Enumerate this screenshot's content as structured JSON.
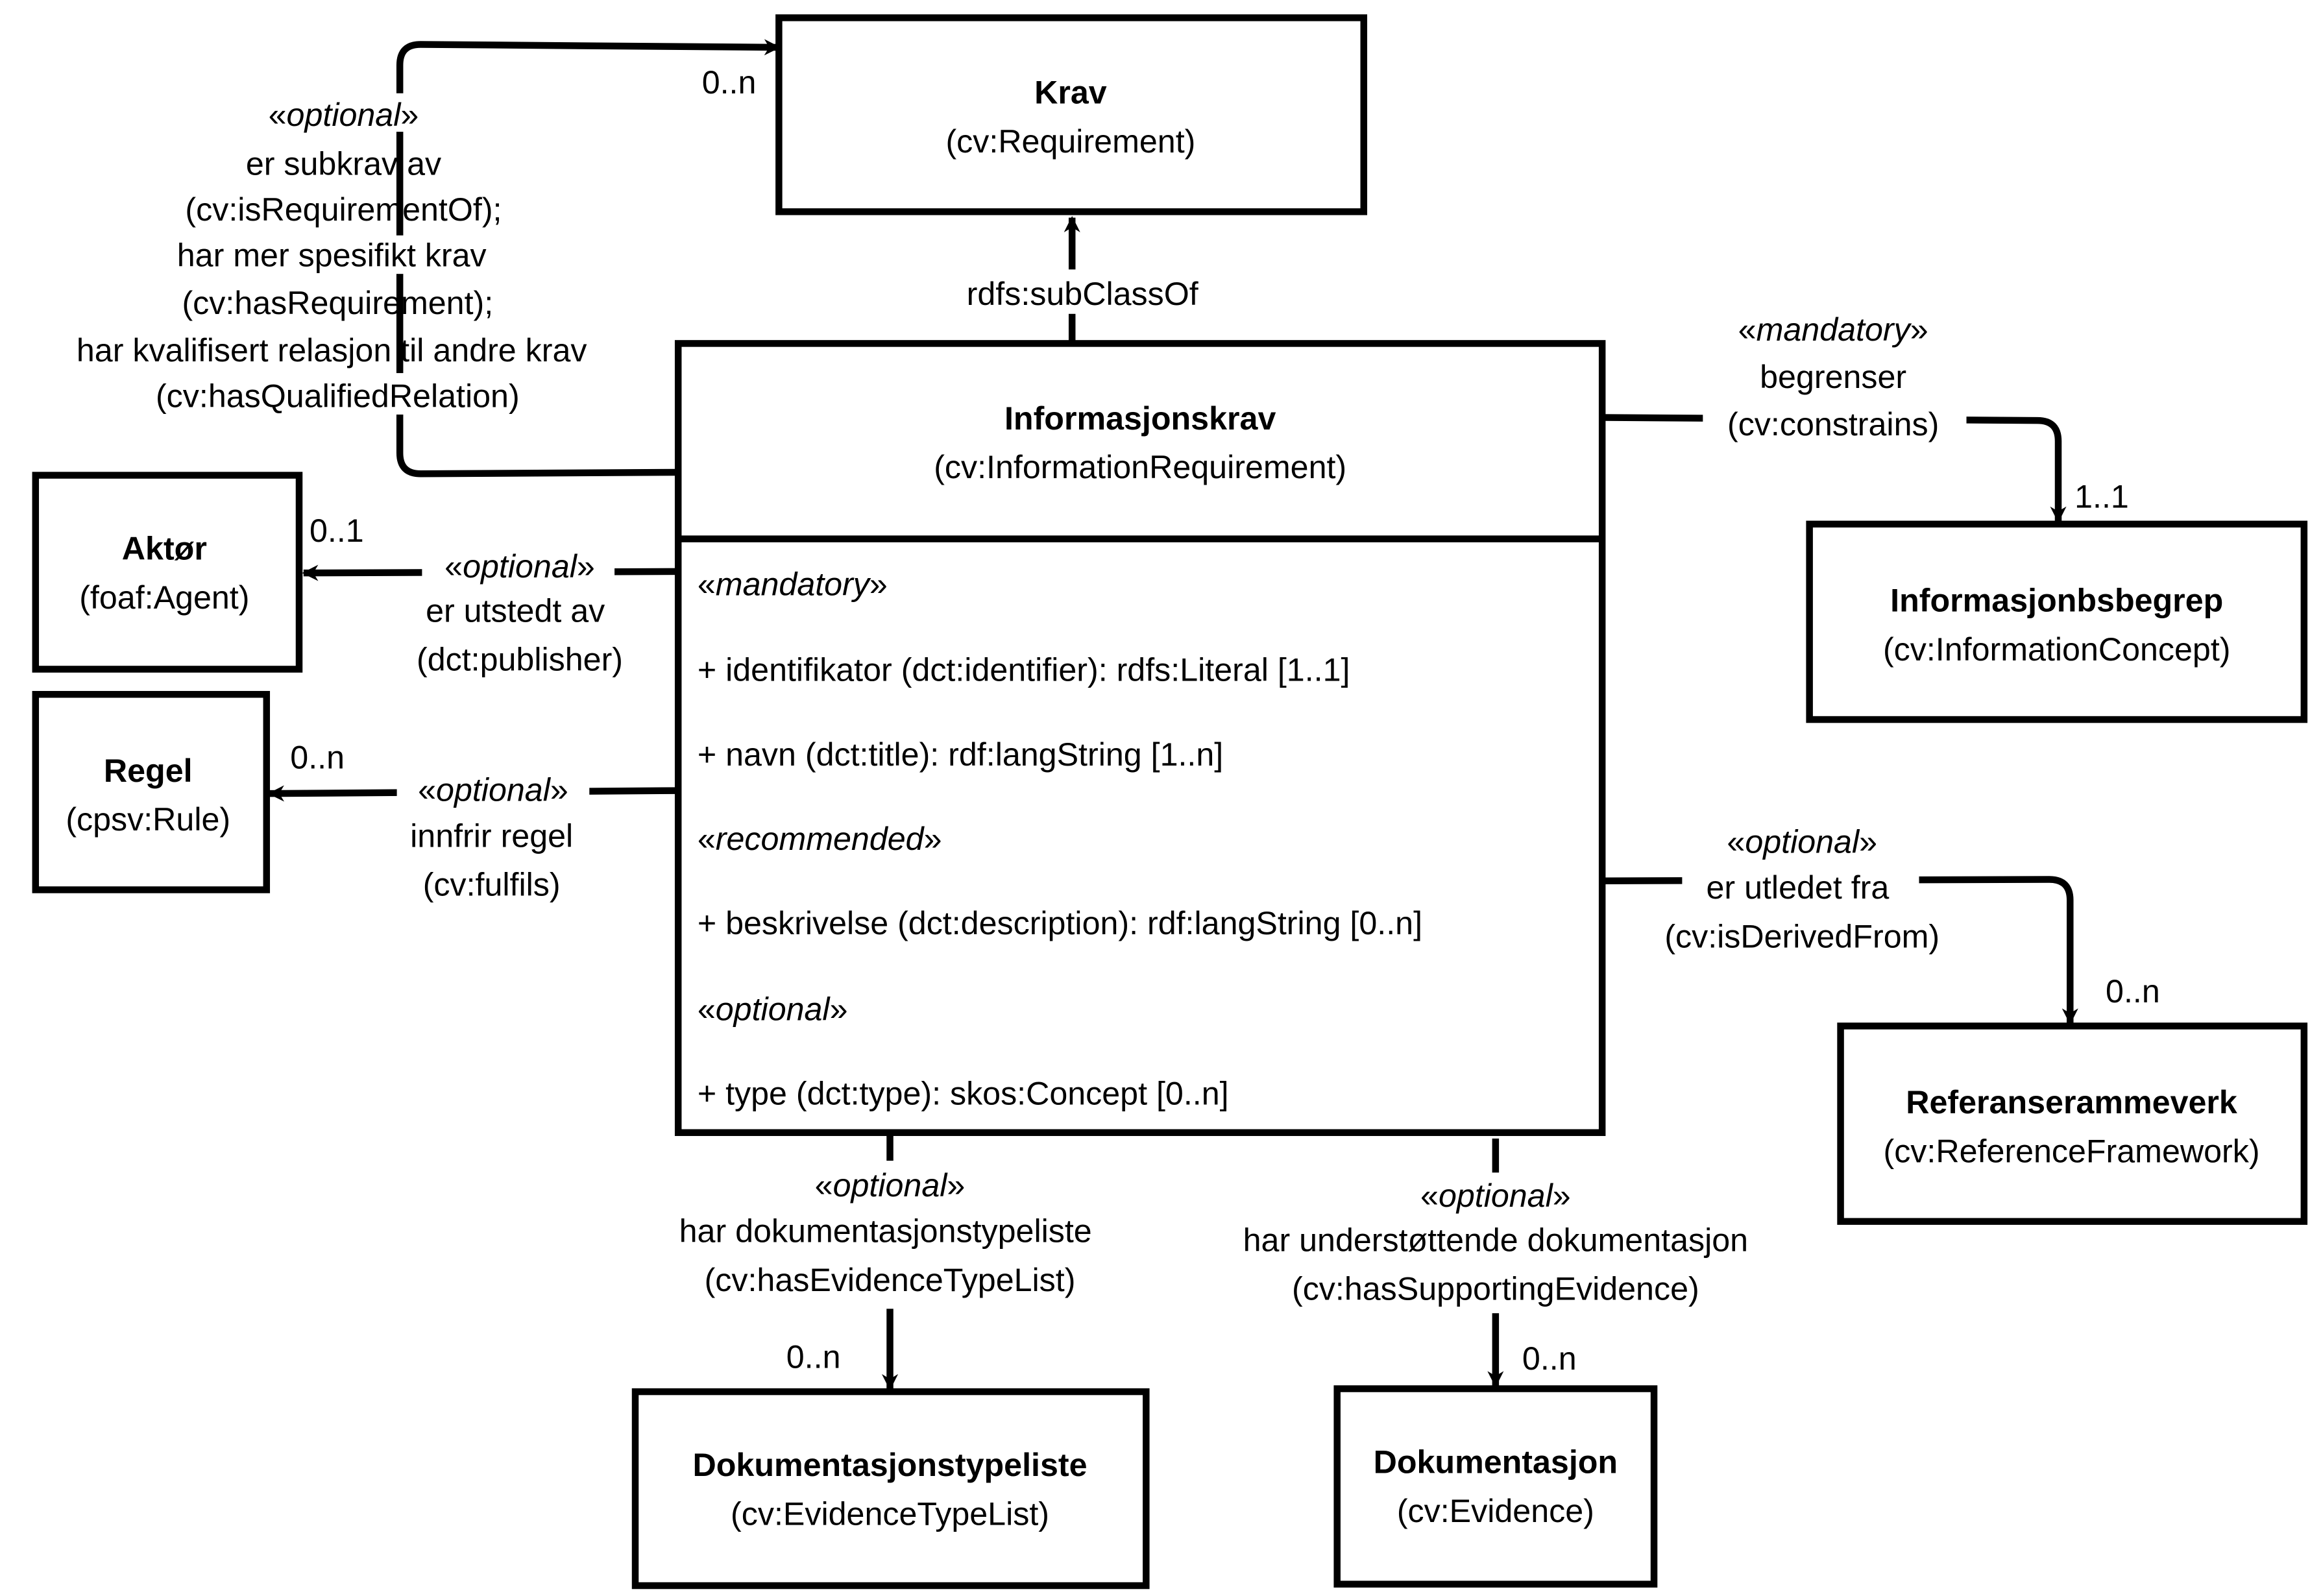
{
  "classes": {
    "krav": {
      "name": "Krav",
      "uri": "(cv:Requirement)"
    },
    "informasjonskrav": {
      "name": "Informasjonskrav",
      "uri": "(cv:InformationRequirement)"
    },
    "aktor": {
      "name": "Aktør",
      "uri": "(foaf:Agent)"
    },
    "regel": {
      "name": "Regel",
      "uri": "(cpsv:Rule)"
    },
    "informasjonsbegrep": {
      "name": "Informasjonbsbegrep",
      "uri": "(cv:InformationConcept)"
    },
    "referanserammeverk": {
      "name": "Referanserammeverk",
      "uri": "(cv:ReferenceFramework)"
    },
    "dokumentasjonstypeliste": {
      "name": "Dokumentasjonstypeliste",
      "uri": "(cv:EvidenceTypeList)"
    },
    "dokumentasjon": {
      "name": "Dokumentasjon",
      "uri": "(cv:Evidence)"
    }
  },
  "attributes": {
    "mandatory_stereotype": "mandatory",
    "identifikator": "+ identifikator (dct:identifier): rdfs:Literal [1..1]",
    "navn": "+ navn (dct:title): rdf:langString [1..n]",
    "recommended_stereotype": "recommended",
    "beskrivelse": "+ beskrivelse (dct:description): rdf:langString [0..n]",
    "optional_stereotype": "optional",
    "type": "+ type (dct:type): skos:Concept [0..n]"
  },
  "relations": {
    "subclass": {
      "label": "rdfs:subClassOf"
    },
    "subkrav": {
      "stereotype": "optional",
      "lines": [
        "er subkrav av",
        "(cv:isRequirementOf);",
        "har mer spesifikt krav",
        "(cv:hasRequirement);",
        "har kvalifisert relasjon til andre krav",
        "(cv:hasQualifiedRelation)"
      ],
      "multiplicity": "0..n"
    },
    "publisher": {
      "stereotype": "optional",
      "lines": [
        "er utstedt av",
        "(dct:publisher)"
      ],
      "multiplicity": "0..1"
    },
    "fulfils": {
      "stereotype": "optional",
      "lines": [
        "innfrir regel",
        "(cv:fulfils)"
      ],
      "multiplicity": "0..n"
    },
    "constrains": {
      "stereotype": "mandatory",
      "lines": [
        "begrenser",
        "(cv:constrains)"
      ],
      "multiplicity": "1..1"
    },
    "derived": {
      "stereotype": "optional",
      "lines": [
        "er utledet fra",
        "(cv:isDerivedFrom)"
      ],
      "multiplicity": "0..n"
    },
    "evidencetypelist": {
      "stereotype": "optional",
      "lines": [
        "har dokumentasjonstypeliste",
        "(cv:hasEvidenceTypeList)"
      ],
      "multiplicity": "0..n"
    },
    "supporting": {
      "stereotype": "optional",
      "lines": [
        "har understøttende dokumentasjon",
        "(cv:hasSupportingEvidence)"
      ],
      "multiplicity": "0..n"
    }
  }
}
